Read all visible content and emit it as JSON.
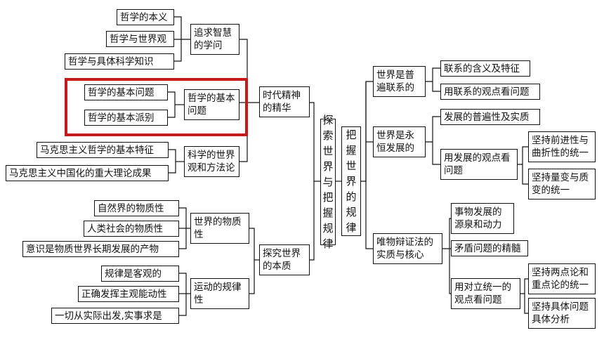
{
  "center": {
    "explore": "探索世界与把握规律",
    "grasp": "把握世界的规律"
  },
  "left_top": {
    "era": "时代精神的精华",
    "wisdom": "追求智慧的学问",
    "wisdom_items": [
      "哲学的本义",
      "哲学与世界观",
      "哲学与具体科学知识"
    ],
    "basic": "哲学的基本问题",
    "basic_items": [
      "哲学的基本问题",
      "哲学的基本派别"
    ],
    "science": "科学的世界观和方法论",
    "science_items": [
      "马克思主义哲学的基本特征",
      "马克思主义中国化的重大理论成果"
    ]
  },
  "left_bottom": {
    "essence": "探究世界的本质",
    "material": "世界的物质性",
    "material_items": [
      "自然界的物质性",
      "人类社会的物质性",
      "意识是物质世界长期发展的产物"
    ],
    "motion": "运动的规律性",
    "motion_items": [
      "规律是客观的",
      "正确发挥主观能动性",
      "一切从实际出发,实事求是"
    ]
  },
  "right": {
    "connect": "世界是普遍联系的",
    "connect_items": [
      "联系的含义及特征",
      "用联系的观点看问题"
    ],
    "develop": "世界是永恒发展的",
    "develop_items": [
      "发展的普遍性及实质",
      "用发展的观点看问题"
    ],
    "develop_sub": [
      "坚持前进性与曲折性的统一",
      "坚持量变与质变的统一"
    ],
    "dialectics": "唯物辩证法的实质与核心",
    "dialectics_items": [
      "事物发展的源泉和动力",
      "矛盾问题的精髓",
      "用对立统一的观点看问题"
    ],
    "dialectics_sub": [
      "坚持两点论和重点论的统一",
      "坚持具体问题具体分析"
    ]
  },
  "colors": {
    "line": "#111111",
    "highlight": "#c41a1a"
  }
}
